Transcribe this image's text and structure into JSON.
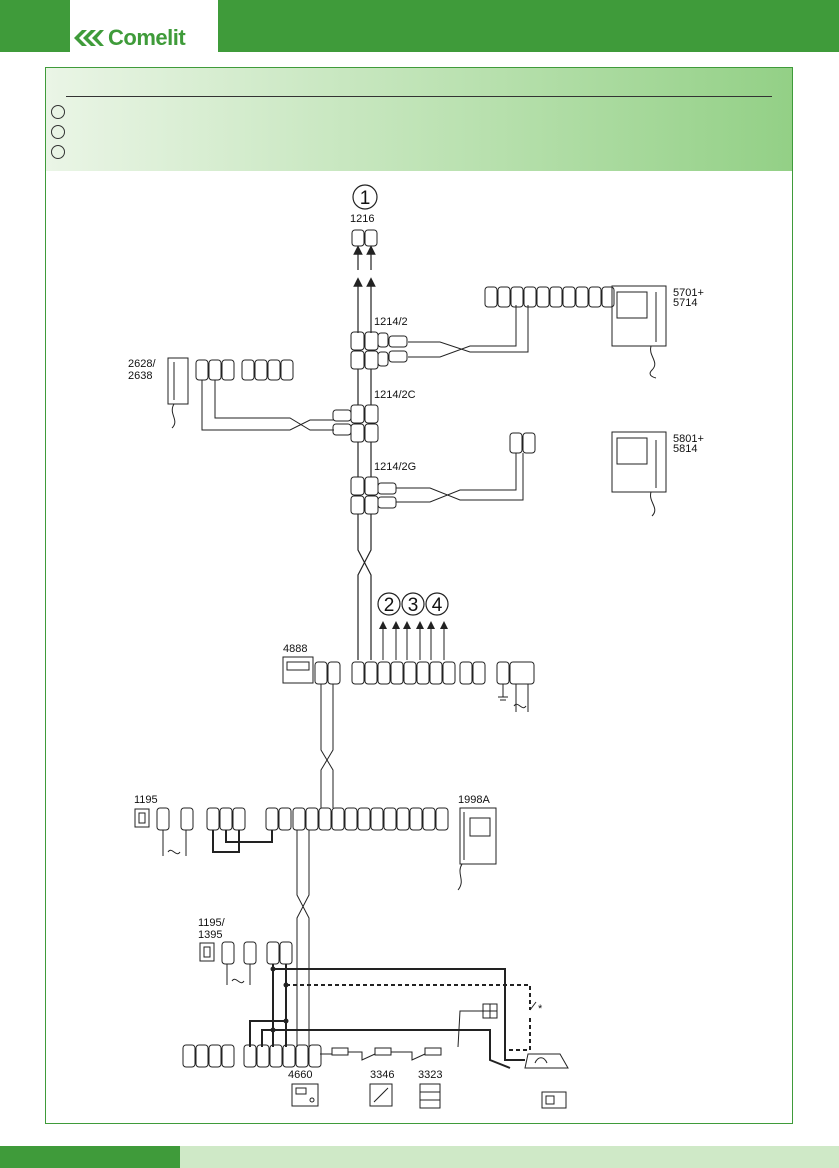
{
  "brand": {
    "name": "Comelit"
  },
  "colors": {
    "brand_green": "#3f9b3a",
    "wire": "#222222"
  },
  "circled_numbers": {
    "top": "1",
    "n2": "2",
    "n3": "3",
    "n4": "4"
  },
  "devices": {
    "d1216": "1216",
    "d1214_2": "1214/2",
    "d1214_2c": "1214/2C",
    "d1214_2g": "1214/2G",
    "d2628": "2628/",
    "d2638": "2638",
    "d5701": "5701+",
    "d5714": "5714",
    "d5801": "5801+",
    "d5814": "5814",
    "d4888": "4888",
    "d1195": "1195",
    "d1998a": "1998A",
    "d1195b": "1195/",
    "d1395": "1395",
    "d4660": "4660",
    "d3346": "3346",
    "d3323": "3323"
  },
  "star_note": "*"
}
